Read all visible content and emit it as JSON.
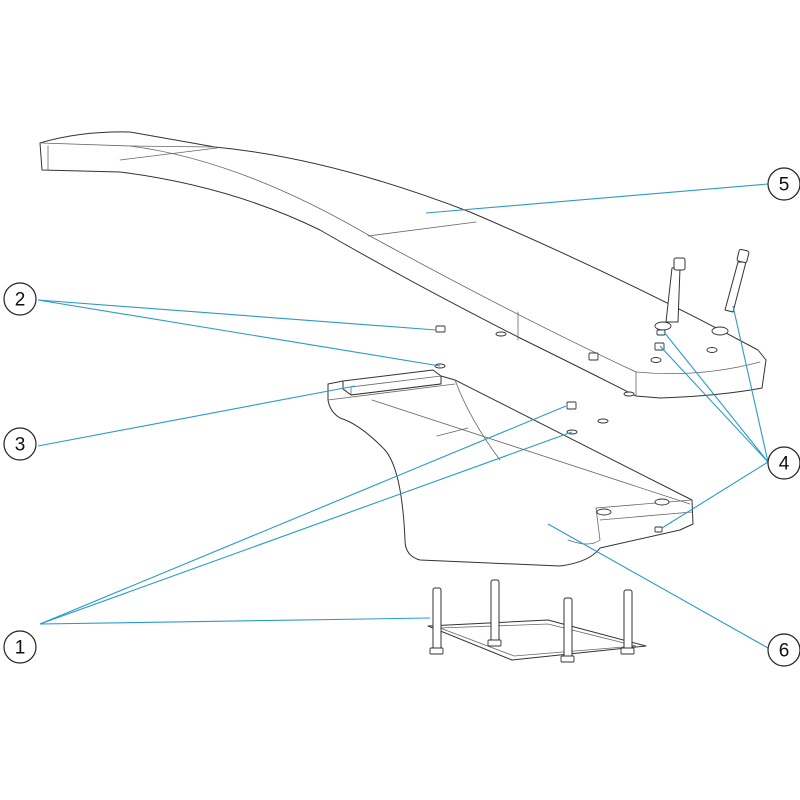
{
  "callouts": [
    {
      "id": "1",
      "label": "1"
    },
    {
      "id": "2",
      "label": "2"
    },
    {
      "id": "3",
      "label": "3"
    },
    {
      "id": "4",
      "label": "4"
    },
    {
      "id": "5",
      "label": "5"
    },
    {
      "id": "6",
      "label": "6"
    }
  ],
  "colors": {
    "leader_line": "#2a9bc7",
    "outline": "#333333",
    "background": "#ffffff"
  }
}
